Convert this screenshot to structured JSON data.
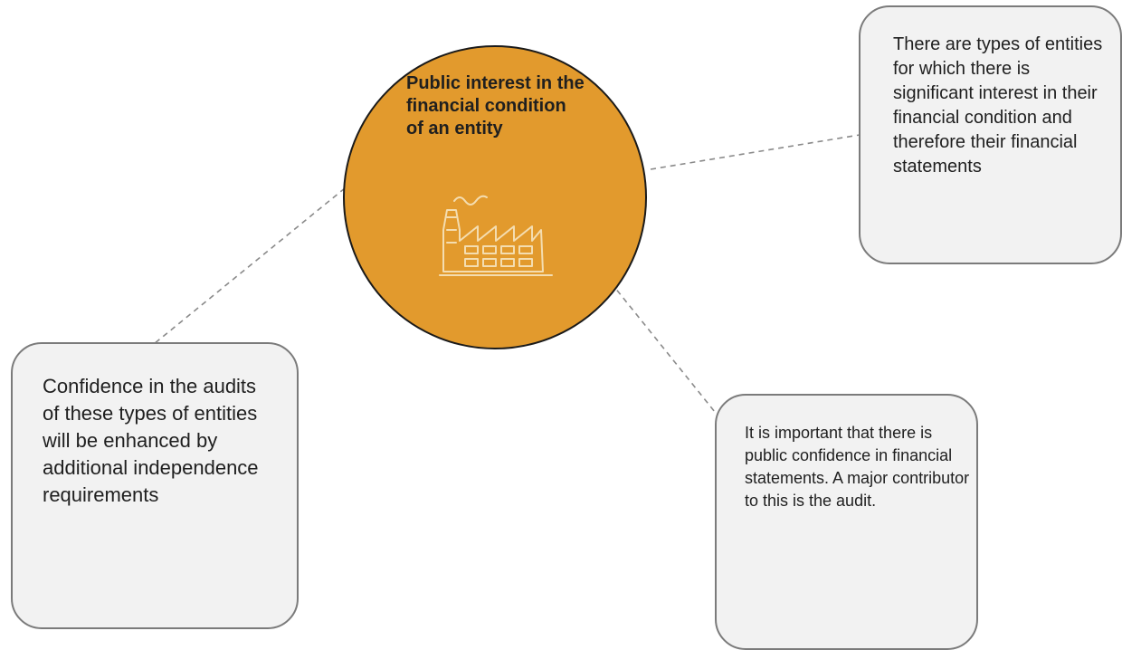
{
  "diagram": {
    "center": {
      "title": "Public interest in the financial condition of an entity",
      "fill_color": "#e29a2d",
      "icon": "factory-icon"
    },
    "notes": {
      "top_right": "There are types of entities for which there is significant interest in their financial condition and therefore their financial statements",
      "left": "Confidence in the audits of these types of entities will be enhanced by additional independence requirements",
      "bottom_right": "It is important that there is public confidence in financial statements. A major contributor to this is the audit."
    },
    "connector_style": "dashed",
    "box_fill_color": "#f2f2f2"
  }
}
